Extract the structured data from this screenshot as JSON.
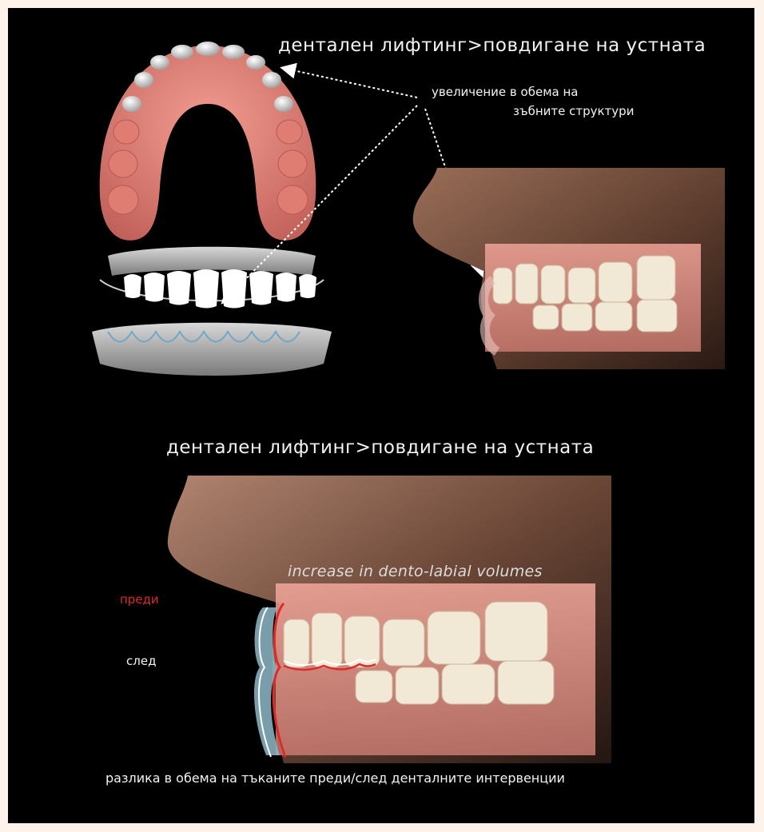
{
  "top": {
    "title": "дентален лифтинг>повдигане на устната",
    "note_line1": "увеличение в обема на",
    "note_line2": "зъбните структури"
  },
  "bottom": {
    "title": "дентален лифтинг>повдигане на устната",
    "overlay_label": "increase in dento-labial volumes",
    "before_label": "преди",
    "after_label": "след",
    "caption": "разлика в обема на тъканите преди/след денталните интервенции"
  },
  "colors": {
    "background": "#000000",
    "frame": "#fdf3ea",
    "gum": "#e98a80",
    "tooth": "#f3ecdc",
    "before_line": "#e02a2a",
    "after_fill": "#8fb8c8"
  }
}
